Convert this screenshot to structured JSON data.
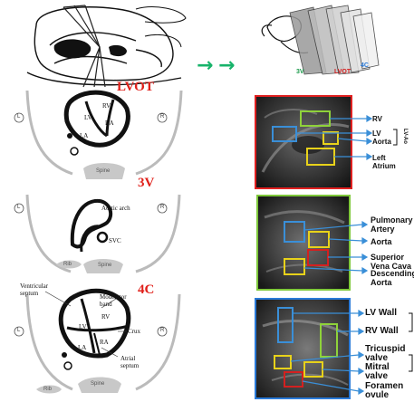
{
  "colors": {
    "red_label": "#e0201a",
    "green_arrow": "#17b36a",
    "roi_blue": "#3a8fd8",
    "roi_yellow": "#e8d21a",
    "roi_red": "#d42020",
    "roi_green": "#8fd23a",
    "plane_3v": "#1a9a4a",
    "plane_lvot": "#d42020",
    "plane_4c": "#2a7ad8"
  },
  "left_panel": {
    "planes": [
      {
        "title": "LVOT",
        "left_marker": "L",
        "right_marker": "R",
        "spine": "Spine",
        "labels": {
          "rv": "RV",
          "lv": "LV",
          "ra": "RA",
          "la": "LA"
        }
      },
      {
        "title": "3V",
        "left_marker": "L",
        "right_marker": "R",
        "spine": "Spine",
        "rib": "Rib",
        "labels": {
          "aortic_arch": "Aortic arch",
          "svc": "SVC"
        }
      },
      {
        "title": "4C",
        "left_marker": "L",
        "right_marker": "R",
        "spine": "Spine",
        "rib": "Rib",
        "labels": {
          "ventricular_septum": "Ventricular septum",
          "moderator_band": "Moderator band",
          "rv": "RV",
          "lv": "LV",
          "ra": "RA",
          "la": "LA",
          "crux": "Crux",
          "atrial_septum": "Atrial septum"
        }
      }
    ]
  },
  "right_top": {
    "plane_labels": [
      "3V",
      "LVOT",
      "4C"
    ]
  },
  "us_panels": [
    {
      "border": "#e02020",
      "labels": [
        "RV",
        "LV",
        "Aorta",
        "Left Atrium"
      ],
      "bracket": "LV-Ao"
    },
    {
      "border": "#7ec83a",
      "labels": [
        "Pulmonary Artery",
        "Aorta",
        "Superior Vena Cava",
        "Descending Aorta"
      ]
    },
    {
      "border": "#2a7ad8",
      "labels": [
        "LV Wall",
        "RV Wall",
        "Tricuspid valve",
        "Mitral valve",
        "Foramen ovule"
      ]
    }
  ]
}
